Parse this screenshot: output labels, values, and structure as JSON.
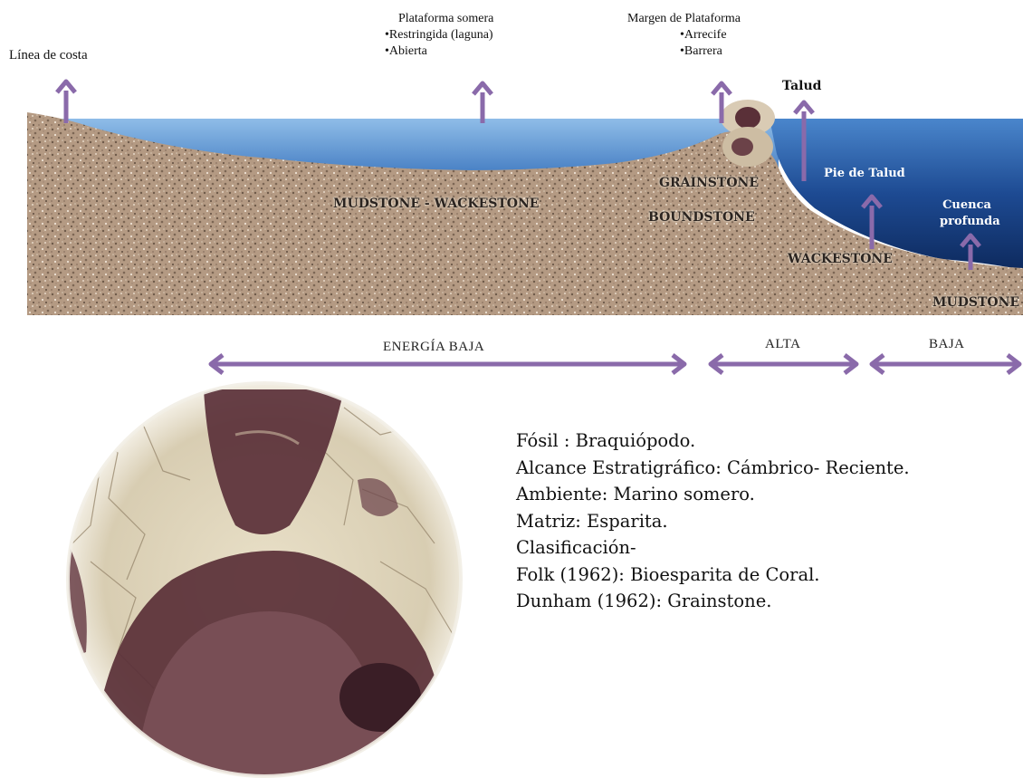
{
  "environments": {
    "coastline": "Línea de costa",
    "shallow_platform_title": "Plataforma somera",
    "shallow_platform_items": [
      "•Restringida (laguna)",
      "•Abierta"
    ],
    "platform_margin_title": "Margen de Plataforma",
    "platform_margin_items": [
      "•Arrecife",
      "•Barrera"
    ],
    "slope": "Talud",
    "toe_of_slope": "Pie de Talud",
    "deep_basin_line1": "Cuenca",
    "deep_basin_line2": "profunda"
  },
  "facies": {
    "mudstone_wackestone": "MUDSTONE - WACKESTONE",
    "grainstone": "GRAINSTONE",
    "boundstone": "BOUNDSTONE",
    "wackestone": "WACKESTONE",
    "mudstone": "MUDSTONE"
  },
  "energy": {
    "low": "ENERGÍA BAJA",
    "high": "ALTA",
    "low2": "BAJA"
  },
  "info_lines": [
    "Fósil : Braquiópodo.",
    "Alcance Estratigráfico: Cámbrico- Reciente.",
    "Ambiente: Marino somero.",
    "Matriz: Esparita.",
    "Clasificación-",
    "Folk (1962): Bioesparita de Coral.",
    "Dunham (1962): Grainstone."
  ],
  "colors": {
    "arrow": "#8a6aaa",
    "water_light": "#7aaee0",
    "water_deep": "#163a78",
    "sediment": "#b89c84",
    "thin_section_dark": "#5a3038",
    "thin_section_light": "#e9e0c8"
  }
}
